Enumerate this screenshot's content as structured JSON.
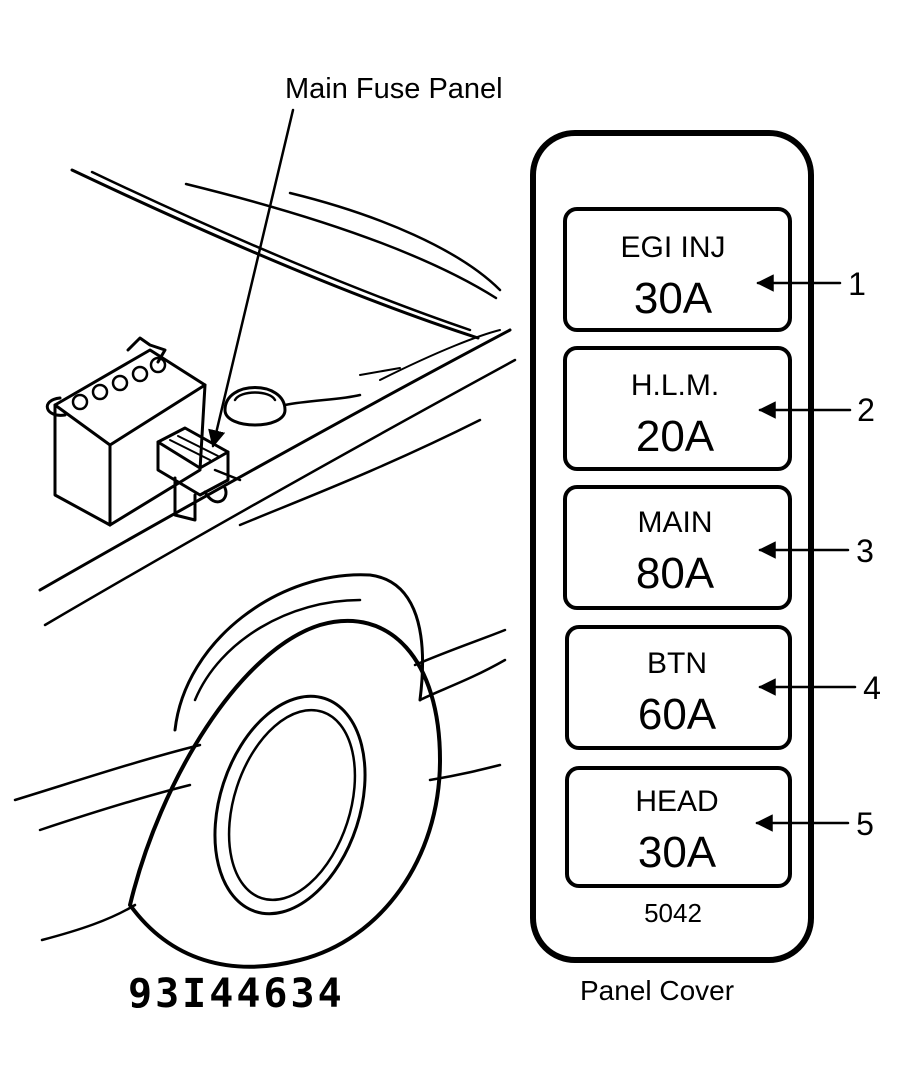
{
  "callout_label": "Main Fuse Panel",
  "panel_cover_label": "Panel Cover",
  "panel_code": "5042",
  "figure_id": "93I44634",
  "fuses": [
    {
      "name": "EGI INJ",
      "rating": "30A",
      "number": "1"
    },
    {
      "name": "H.L.M.",
      "rating": "20A",
      "number": "2"
    },
    {
      "name": "MAIN",
      "rating": "80A",
      "number": "3"
    },
    {
      "name": "BTN",
      "rating": "60A",
      "number": "4"
    },
    {
      "name": "HEAD",
      "rating": "30A",
      "number": "5"
    }
  ]
}
